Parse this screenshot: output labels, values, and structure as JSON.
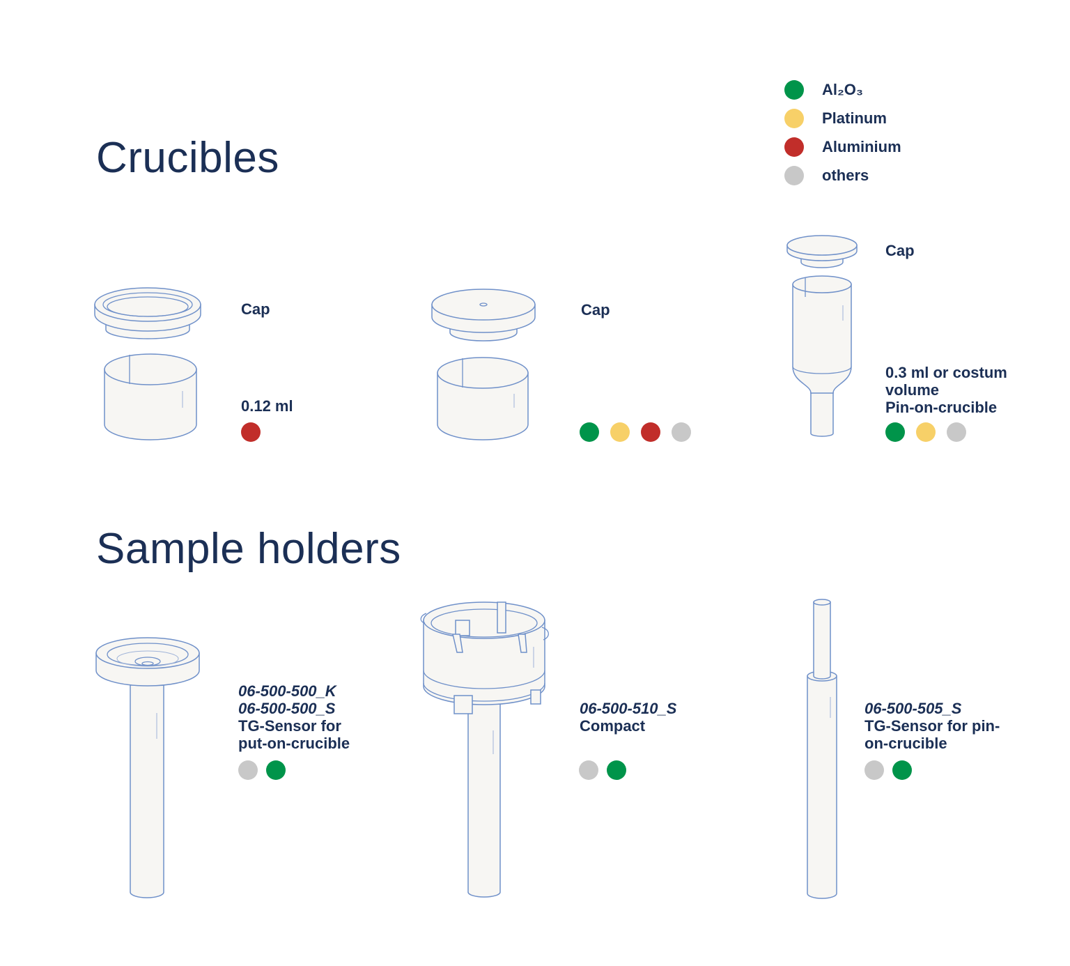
{
  "headings": {
    "crucibles": "Crucibles",
    "sample_holders": "Sample holders"
  },
  "colors": {
    "al2o3": "#00944a",
    "platinum": "#f7d068",
    "aluminium": "#c12e2a",
    "others": "#c8c8c8",
    "text": "#1b2f55",
    "outline": "#6f90c9"
  },
  "legend": [
    {
      "key": "al2o3",
      "label": "Al₂O₃",
      "color": "#00944a"
    },
    {
      "key": "platinum",
      "label": "Platinum",
      "color": "#f7d068"
    },
    {
      "key": "aluminium",
      "label": "Aluminium",
      "color": "#c12e2a"
    },
    {
      "key": "others",
      "label": "others",
      "color": "#c8c8c8"
    }
  ],
  "crucibles": [
    {
      "cap": "Cap",
      "volume": "0.12 ml",
      "materials": [
        "aluminium"
      ]
    },
    {
      "cap": "Cap",
      "materials": [
        "al2o3",
        "platinum",
        "aluminium",
        "others"
      ]
    },
    {
      "cap": "Cap",
      "volume_line1": "0.3 ml or costum",
      "volume_line2": "volume",
      "volume_line3": "Pin-on-crucible",
      "materials": [
        "al2o3",
        "platinum",
        "others"
      ]
    }
  ],
  "holders": [
    {
      "code1": "06-500-500_K",
      "code2": "06-500-500_S",
      "desc1": "TG-Sensor for",
      "desc2": "put-on-crucible",
      "materials": [
        "others",
        "al2o3"
      ]
    },
    {
      "code1": "06-500-510_S",
      "desc1": "Compact",
      "materials": [
        "others",
        "al2o3"
      ]
    },
    {
      "code1": "06-500-505_S",
      "desc1": "TG-Sensor for pin-",
      "desc2": "on-crucible",
      "materials": [
        "others",
        "al2o3"
      ]
    }
  ]
}
